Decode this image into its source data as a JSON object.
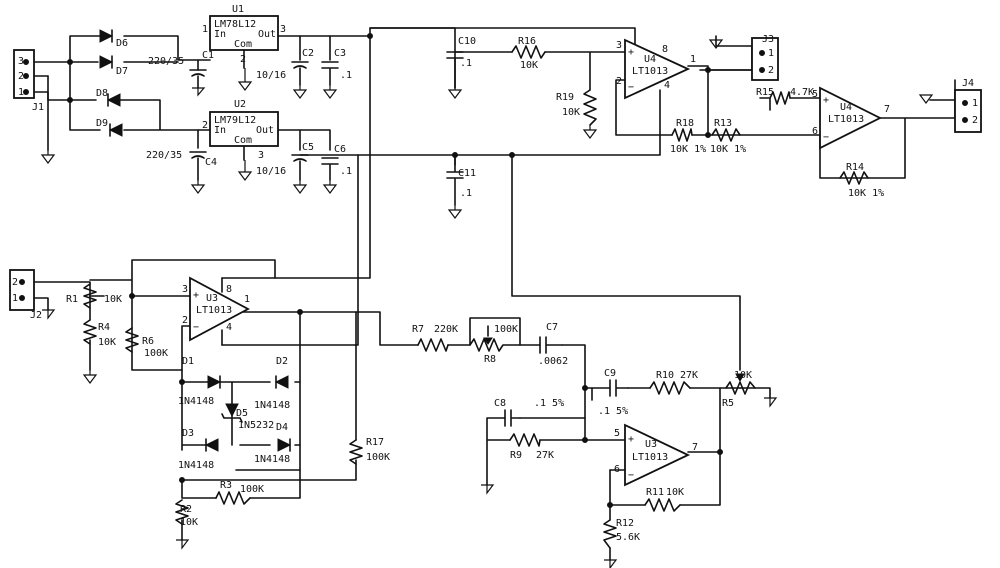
{
  "labels": {
    "u1": "U1",
    "u1_part": "LM78L12",
    "u1_in": "In",
    "u1_out": "Out",
    "u1_com": "Com",
    "u1_p1": "1",
    "u1_p3": "3",
    "u1_p2": "2",
    "u2": "U2",
    "u2_part": "LM79L12",
    "u2_in": "In",
    "u2_out": "Out",
    "u2_com": "Com",
    "u2_p2": "2",
    "u2_p3": "3",
    "c1": "C1",
    "c1_val": "220/35",
    "c2": "C2",
    "c2_val": "10/16",
    "c3": "C3",
    "c3_val": ".1",
    "c4": "C4",
    "c4_val": "220/35",
    "c5": "C5",
    "c5_val": "10/16",
    "c6": "C6",
    "c6_val": ".1",
    "c10": "C10",
    "c10_val": ".1",
    "c11": "C11",
    "c11_val": ".1",
    "d6": "D6",
    "d7": "D7",
    "d8": "D8",
    "d9": "D9",
    "j1": "J1",
    "j1_p3": "3",
    "j1_p2": "2",
    "j1_p1": "1",
    "r16": "R16",
    "r16_val": "10K",
    "r19": "R19",
    "r19_val": "10K",
    "u4a": "U4",
    "u4a_part": "LT1013",
    "u4a_p3": "3",
    "u4a_p2": "2",
    "u4a_p8": "8",
    "u4a_p4": "4",
    "u4a_p1": "1",
    "j3": "J3",
    "j3_p1": "1",
    "j3_p2": "2",
    "r15": "R15",
    "r15_val": "4.7K",
    "u4b": "U4",
    "u4b_part": "LT1013",
    "u4b_p5": "5",
    "u4b_p6": "6",
    "u4b_p7": "7",
    "j4": "J4",
    "j4_p1": "1",
    "j4_p2": "2",
    "r18": "R18",
    "r18_val": "10K 1%",
    "r13": "R13",
    "r13_val": "10K 1%",
    "r14": "R14",
    "r14_val": "10K 1%",
    "j2": "J2",
    "j2_p2": "2",
    "j2_p1": "1",
    "r1": "R1",
    "r1_val": "10K",
    "r4": "R4",
    "r4_val": "10K",
    "r6": "R6",
    "r6_val": "100K",
    "u3a": "U3",
    "u3a_part": "LT1013",
    "u3a_p3": "3",
    "u3a_p2": "2",
    "u3a_p8": "8",
    "u3a_p4": "4",
    "u3a_p1": "1",
    "d1": "D1",
    "d1_val": "1N4148",
    "d2": "D2",
    "d2_val": "1N4148",
    "d3": "D3",
    "d3_val": "1N4148",
    "d4": "D4",
    "d4_val": "1N4148",
    "d5": "D5",
    "d5_val": "1N5232",
    "r3": "R3",
    "r3_val": "100K",
    "r2": "R2",
    "r2_val": "10K",
    "r17": "R17",
    "r17_val": "100K",
    "r7": "R7",
    "r7_val": "220K",
    "r8": "R8",
    "r8_val": "100K",
    "c7": "C7",
    "c7_val": ".0062",
    "c8": "C8",
    "c8_val": ".1 5%",
    "c9": "C9",
    "c9_val": ".1 5%",
    "r9": "R9",
    "r9_val": "27K",
    "r10": "R10",
    "r10_val": "27K",
    "r5": "R5",
    "r5_val": "10K",
    "u3b": "U3",
    "u3b_part": "LT1013",
    "u3b_p5": "5",
    "u3b_p6": "6",
    "u3b_p7": "7",
    "r11": "R11",
    "r11_val": "10K",
    "r12": "R12",
    "r12_val": "5.6K"
  }
}
